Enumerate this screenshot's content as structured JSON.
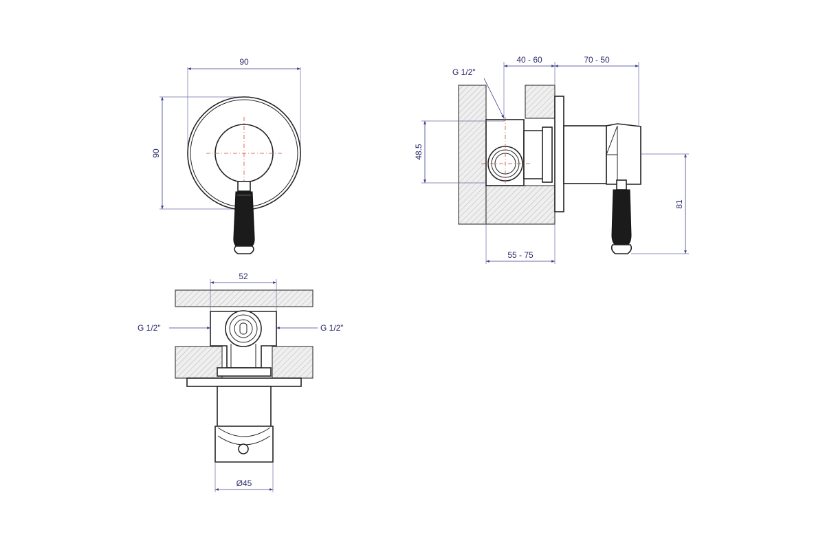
{
  "drawing": {
    "dimensions": {
      "front_width": "90",
      "front_height": "90",
      "side_depth_wall": "40 - 60",
      "side_depth_trim": "70 - 50",
      "side_inlet_height": "48.5",
      "side_handle_drop": "81",
      "side_base": "55 - 75",
      "top_width": "52",
      "top_diameter": "Ø45"
    },
    "callouts": {
      "side_thread": "G 1/2\"",
      "top_thread_left": "G 1/2\"",
      "top_thread_right": "G 1/2\""
    },
    "colors": {
      "dimension": "#3a3a8c",
      "centerline": "#d0463a",
      "outline": "#222222",
      "handle": "#1b1b1b"
    }
  }
}
